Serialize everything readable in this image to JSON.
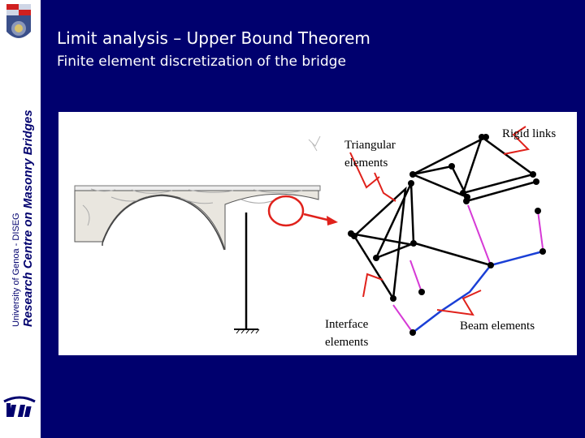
{
  "header": {
    "title": "Limit analysis – Upper Bound Theorem",
    "subtitle": "Finite element discretization of the bridge"
  },
  "sidebar": {
    "institution": "University of Genoa - DISEG",
    "centre": "Research Centre on Masonry Bridges",
    "top_logo_icon": "university-seal-icon",
    "bottom_logo_icon": "centre-logo-icon"
  },
  "diagram": {
    "labels": {
      "triangular": [
        "Triangular",
        "elements"
      ],
      "rigid": "Rigid links",
      "interface": [
        "Interface",
        "elements"
      ],
      "beam": "Beam elements"
    },
    "colors": {
      "background": "#00006e",
      "panel": "#ffffff",
      "callout": "#e0211b",
      "interface": "#d63ad6",
      "beam": "#1a3fd6",
      "element": "#000000"
    }
  }
}
